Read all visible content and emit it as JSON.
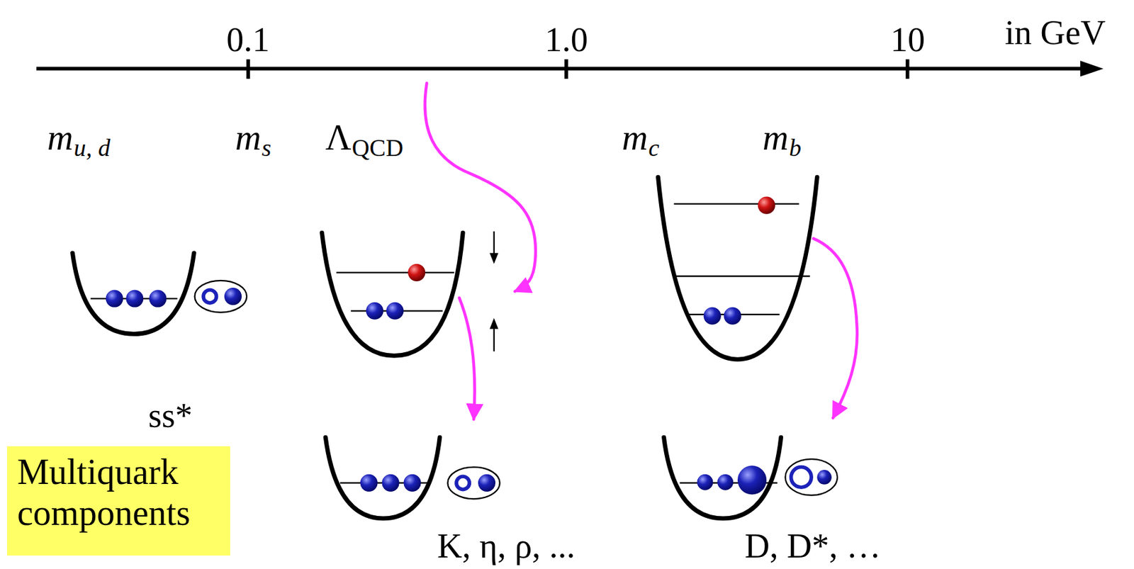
{
  "diagram": {
    "nodes": [
      {
        "text": [
          "Multiquark components"
        ]
      }
    ],
    "labels": [
      "in GeV",
      "0.1",
      "1.0",
      "10",
      "m",
      "u, d",
      "m",
      "s",
      "Λ",
      "QCD",
      "m",
      "c",
      "m",
      "b",
      "ss*",
      "K, η, ρ, ...",
      "D, D*, …"
    ]
  }
}
